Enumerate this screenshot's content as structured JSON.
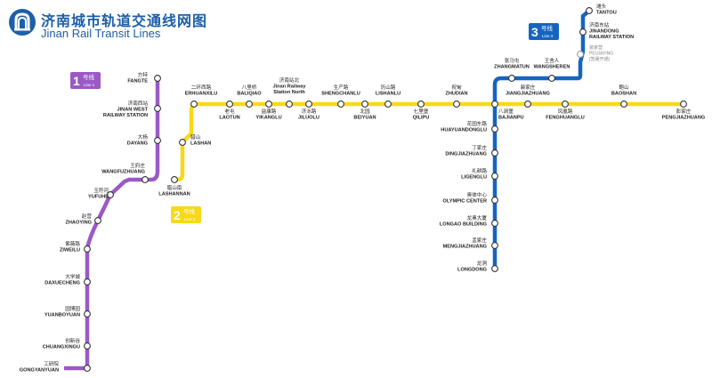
{
  "header": {
    "title_cn": "济南城市轨道交通线网图",
    "title_en": "Jinan Rail Transit Lines",
    "logo_icon": "jinan-metro-logo-icon"
  },
  "colors": {
    "line1": "#9b59c5",
    "line2": "#f7d917",
    "line3": "#1565c0",
    "planned": "#9e9e9e",
    "title": "#1d5fa8",
    "station_fill": "#ffffff",
    "station_stroke": "#333333"
  },
  "lines": {
    "line1": {
      "number": "1",
      "label_cn": "号线",
      "label_en": "Line 1"
    },
    "line2": {
      "number": "2",
      "label_cn": "号线",
      "label_en": "Line 2"
    },
    "line3": {
      "number": "3",
      "label_cn": "号线",
      "label_en": "Line 3"
    }
  },
  "stations": {
    "fangte": {
      "cn": "方特",
      "en": "FANGTE"
    },
    "jinan_west": {
      "cn": "济南西站",
      "en1": "JINAN WEST",
      "en2": "RAILWAY STATION"
    },
    "dayang": {
      "cn": "大杨",
      "en": "DAYANG"
    },
    "wangfuzhuang": {
      "cn": "王府庄",
      "en": "WANGFUZHUANG"
    },
    "yufuhe": {
      "cn": "玉符河",
      "en": "YUFUHE"
    },
    "zhaoying": {
      "cn": "赵营",
      "en": "ZHAOYING"
    },
    "ziweilu": {
      "cn": "紫薇路",
      "en": "ZIWEILU"
    },
    "daxuecheng": {
      "cn": "大学城",
      "en": "DAXUECHENG"
    },
    "yuanboyuan": {
      "cn": "园博园",
      "en": "YUANBOYUAN"
    },
    "chuangxingu": {
      "cn": "创新谷",
      "en": "CHUANGXINGU"
    },
    "gongyanyuan": {
      "cn": "工研院",
      "en": "GONGYANYUAN"
    },
    "lashannan": {
      "cn": "腊山南",
      "en": "LASHANNAN"
    },
    "lashan": {
      "cn": "腊山",
      "en": "LASHAN"
    },
    "erhuanxilu": {
      "cn": "二环西路",
      "en": "ERHUANXILU"
    },
    "laotun": {
      "cn": "老屯",
      "en": "LAOTUN"
    },
    "baliqiao": {
      "cn": "八里桥",
      "en": "BALIQIAO"
    },
    "yikanglu": {
      "cn": "益康路",
      "en": "YIKANGLU"
    },
    "station_north": {
      "cn": "济南站北",
      "en1": "Jinan Railway",
      "en2": "Station North"
    },
    "jiluolu": {
      "cn": "济泺路",
      "en": "JILUOLU"
    },
    "shengchanlu": {
      "cn": "生产路",
      "en": "SHENGCHANLU"
    },
    "beiyuan": {
      "cn": "北园",
      "en": "BEIYUAN"
    },
    "lishanlu": {
      "cn": "历山路",
      "en": "LISHANLU"
    },
    "qilipu": {
      "cn": "七里堡",
      "en": "QILIPU"
    },
    "zhudian": {
      "cn": "祝甸",
      "en": "ZHUDIAN"
    },
    "bajianpu": {
      "cn": "八涧堡",
      "en": "BAJIANPU"
    },
    "jiangjiazhuang": {
      "cn": "裴家庄",
      "en": "JIANGJIAZHUANG"
    },
    "fenghuanglu": {
      "cn": "凤凰路",
      "en": "FENGHUANGLU"
    },
    "baoshan": {
      "cn": "鲍山",
      "en": "BAOSHAN"
    },
    "pengjiazhuang": {
      "cn": "彭家庄",
      "en": "PENGJIAZHUANG"
    },
    "tantou": {
      "cn": "滩头",
      "en": "TANTOU"
    },
    "jinandong": {
      "cn": "济南东站",
      "en1": "JINANDONG",
      "en2": "RAILWAY STATION"
    },
    "peijiaying": {
      "cn": "裴家营",
      "en": "PEIJIAYING",
      "note": "(暂缓开通)"
    },
    "wangsheren": {
      "cn": "王舍人",
      "en": "WANGSHEREN"
    },
    "zhangmatun": {
      "cn": "张马屯",
      "en": "ZHANGMATUN"
    },
    "huayuandonglu": {
      "cn": "花园东路",
      "en": "HUAYUANDONGLU"
    },
    "dingjiazhuang": {
      "cn": "丁家庄",
      "en": "DINGJIAZHUANG"
    },
    "ligenglu": {
      "cn": "礼耕路",
      "en": "LIGENGLU"
    },
    "olympic": {
      "cn": "奥体中心",
      "en": "OLYMPIC CENTER"
    },
    "longao": {
      "cn": "龙奥大厦",
      "en": "LONGAO BUILDING"
    },
    "mengjiazhuang": {
      "cn": "孟家庄",
      "en": "MENGJIAZHUANG"
    },
    "longdong": {
      "cn": "龙洞",
      "en": "LONGDONG"
    }
  }
}
